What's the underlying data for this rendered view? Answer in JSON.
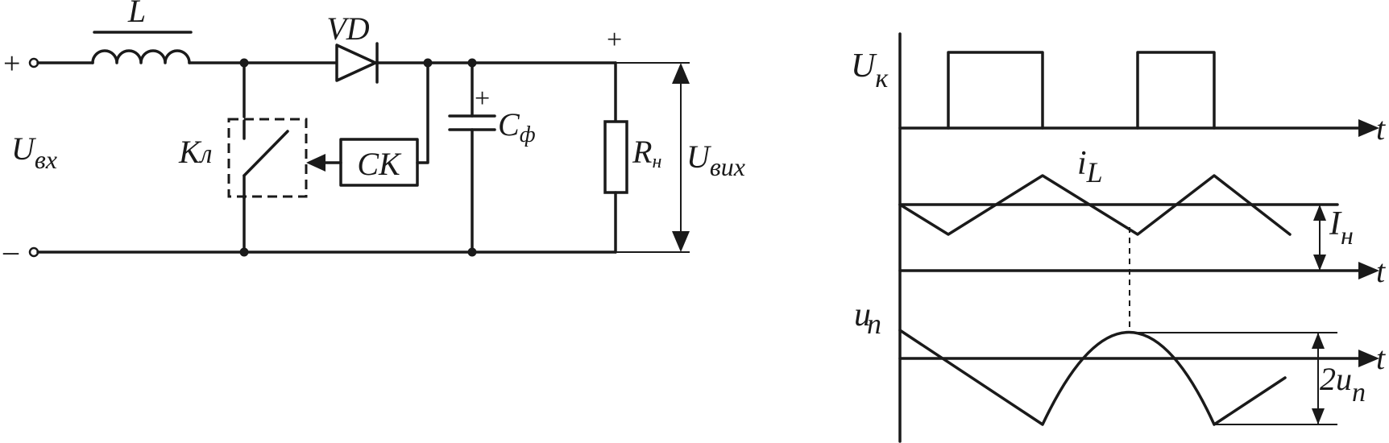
{
  "circuit": {
    "inductor_label": "L",
    "diode_label": "VD",
    "switch_label_main": "К",
    "switch_label_sub": "л",
    "control_label": "СК",
    "capacitor_label_main": "C",
    "capacitor_label_sub": "ф",
    "capacitor_polarity": "+",
    "load_label_main": "R",
    "load_label_sub": "н",
    "input_plus": "+",
    "input_minus": "–",
    "output_plus": "+",
    "input_voltage_main": "U",
    "input_voltage_sub": "вх",
    "output_voltage_main": "U",
    "output_voltage_sub": "вих"
  },
  "timing": {
    "switch_voltage_main": "U",
    "switch_voltage_sub": "к",
    "time_label": "t",
    "inductor_current_main": "i",
    "inductor_current_sub": "L",
    "load_current_main": "I",
    "load_current_sub": "н",
    "ripple_voltage_main": "u",
    "ripple_voltage_sub": "п",
    "ripple_amplitude_main": "2u",
    "ripple_amplitude_sub": "п"
  }
}
